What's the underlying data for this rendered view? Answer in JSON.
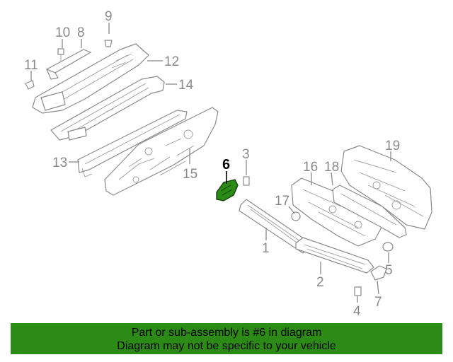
{
  "diagram": {
    "highlighted_part": "6",
    "highlight_color": "#2c8a16",
    "callouts": {
      "c1": "1",
      "c2": "2",
      "c3": "3",
      "c4": "4",
      "c5": "5",
      "c6": "6",
      "c7": "7",
      "c8": "8",
      "c9": "9",
      "c10": "10",
      "c11": "11",
      "c12": "12",
      "c13": "13",
      "c14": "14",
      "c15": "15",
      "c16": "16",
      "c17": "17",
      "c18": "18",
      "c19": "19"
    }
  },
  "footer": {
    "line1": "Part or sub-assembly is #6 in diagram",
    "line2": "Diagram may not be specific to your vehicle",
    "background": "#2c8a16"
  }
}
